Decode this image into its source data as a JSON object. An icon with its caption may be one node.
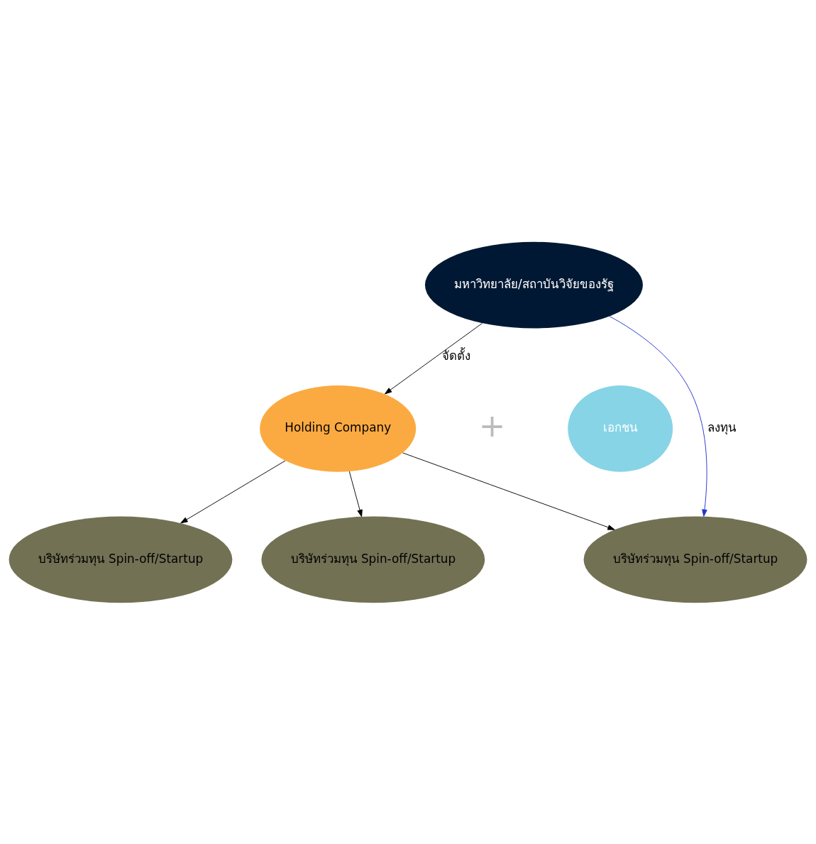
{
  "diagram": {
    "nodes": [
      {
        "text": [
          "มหาวิทยาลัย/สถาบันวิจัยของรัฐ"
        ]
      },
      {
        "text": [
          "Holding Company"
        ]
      },
      {
        "text": [
          "เอกชน"
        ]
      },
      {
        "text": [
          "บริษัทร่วมทุน Spin-off/Startup"
        ]
      },
      {
        "text": [
          "บริษัทร่วมทุน Spin-off/Startup"
        ]
      },
      {
        "text": [
          "บริษัทร่วมทุน Spin-off/Startup"
        ]
      }
    ],
    "edges": [
      {
        "from": 0,
        "to": 1,
        "arrow": "to",
        "label": "จัดตั้ง"
      },
      {
        "from": 0,
        "to": 3,
        "arrow": "to",
        "label": "ลงทุน",
        "color": "#2233cc"
      },
      {
        "from": 1,
        "to": 3,
        "arrow": "to"
      },
      {
        "from": 1,
        "to": 4,
        "arrow": "to"
      },
      {
        "from": 1,
        "to": 5,
        "arrow": "to"
      }
    ],
    "labels": [
      "+"
    ]
  }
}
